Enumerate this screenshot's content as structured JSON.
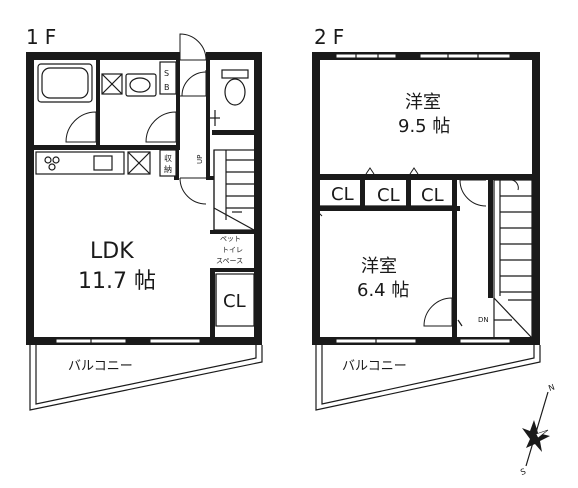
{
  "floors": [
    {
      "id": "1f",
      "label": "1F",
      "rooms": {
        "ldk": {
          "name": "LDK",
          "size": "11.7 帖"
        },
        "cl": "CL",
        "pet_toilet": [
          "ペット",
          "トイレ",
          "スペース"
        ],
        "sb": [
          "S",
          "B"
        ],
        "storage": [
          "収",
          "納"
        ],
        "up": "UP",
        "balcony": "バルコニー"
      }
    },
    {
      "id": "2f",
      "label": "2F",
      "rooms": {
        "western_large": {
          "name": "洋室",
          "size": "9.5 帖"
        },
        "western_small": {
          "name": "洋室",
          "size": "6.4 帖"
        },
        "cl": "CL",
        "dn": "DN",
        "balcony": "バルコニー"
      }
    }
  ],
  "compass": {
    "north": "N",
    "south": "S"
  }
}
